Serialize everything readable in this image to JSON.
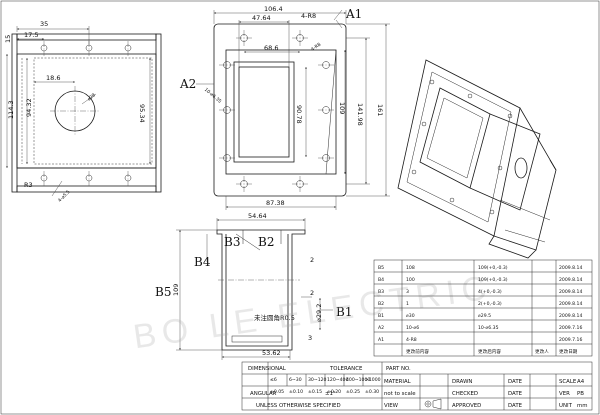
{
  "front_view": {
    "dims": {
      "d35": "35",
      "d17_5": "17.5",
      "d15": "15",
      "d18_6": "18.6",
      "hole_dia": "⌀28",
      "d114_3": "114.3",
      "d94_32": "94.32",
      "d95_34": "95.34",
      "r3": "R3",
      "holes": "4-⌀5.5"
    }
  },
  "top_view": {
    "dims": {
      "d106_4": "106.4",
      "d47_64": "47.64",
      "d68_6": "68.6",
      "r8": "4-R8",
      "holes": "10-⌀6.35",
      "d4_r8": "4-R8",
      "d90_78": "90.78",
      "d109": "109",
      "d141_98": "141.98",
      "d161": "161",
      "d87_38": "87.38",
      "d54_64": "54.64"
    },
    "labels": {
      "a1": "A1",
      "a2": "A2"
    }
  },
  "section_view": {
    "labels": {
      "b4": "B4",
      "b3": "B3",
      "b2": "B2",
      "b5": "B5",
      "b1": "B1"
    },
    "dims": {
      "d2a": "2",
      "d109tol": "109",
      "d2b": "2",
      "d29_2": "⌀29.2",
      "d3": "3",
      "note": "未注圆角R0.5",
      "d53_62": "53.62"
    }
  },
  "watermark": "BO LE ELECTRIC",
  "revision_table": {
    "rows": [
      {
        "mark": "B5",
        "from": "108",
        "to": "109(+0,-0.3)",
        "sig": "",
        "date": "2009.8.14"
      },
      {
        "mark": "B4",
        "from": "100",
        "to": "109(+0,-0.3)",
        "sig": "",
        "date": "2009.8.14"
      },
      {
        "mark": "B3",
        "from": "3",
        "to": "4(+0,-0.3)",
        "sig": "",
        "date": "2009.8.14"
      },
      {
        "mark": "B2",
        "from": "1",
        "to": "2(+0,-0.3)",
        "sig": "",
        "date": "2009.8.14"
      },
      {
        "mark": "B1",
        "from": "⌀30",
        "to": "⌀29.5",
        "sig": "",
        "date": "2009.8.14"
      },
      {
        "mark": "A2",
        "from": "10-⌀6",
        "to": "10-⌀6.35",
        "sig": "",
        "date": "2009.7.16"
      },
      {
        "mark": "A1",
        "from": "4-R8",
        "to": "",
        "sig": "",
        "date": "2009.7.16"
      }
    ],
    "headers": {
      "from": "更改前内容",
      "to": "更改后内容",
      "sig": "更改人",
      "date": "更改日期"
    }
  },
  "title_block": {
    "dimensional": "DIMENSIONAL",
    "tolerance": "TOLERANCE",
    "ranges": [
      "≤6",
      "6~30",
      "30~120",
      "120~400",
      "400~1000",
      ">1000"
    ],
    "tols": [
      "±0.05",
      "±0.10",
      "±0.15",
      "±0.20",
      "±0.25",
      "±0.30"
    ],
    "angular": "ANGULAR",
    "angular_val": "±1°",
    "unless": "UNLESS OTHERWISE SPECIFIED",
    "part_no": "PART NO.",
    "material": "MATERIAL",
    "not_to_scale": "not to scale",
    "view": "VIEW",
    "drawn": "DRAWN",
    "checked": "CHECKED",
    "approved": "APPROVED",
    "date1": "DATE",
    "date2": "DATE",
    "date3": "DATE",
    "scale": "SCALE",
    "scale_val": "A4",
    "ver": "VER",
    "ver_val": "PB",
    "unit": "UNIT",
    "unit_val": "mm"
  }
}
